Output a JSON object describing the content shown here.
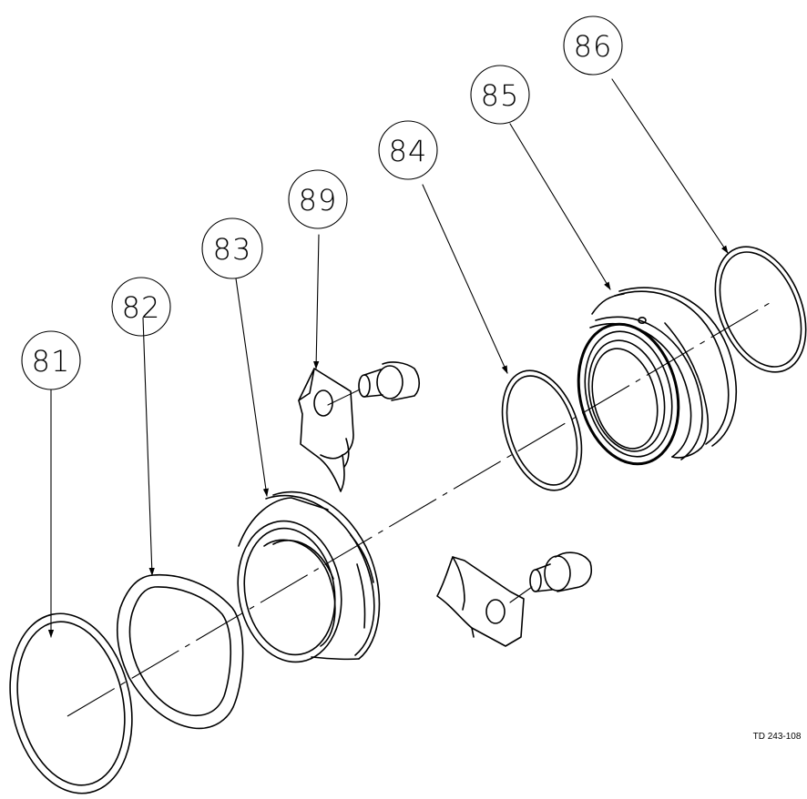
{
  "diagram": {
    "callouts": [
      {
        "id": "c81",
        "label": "81"
      },
      {
        "id": "c82",
        "label": "82"
      },
      {
        "id": "c83",
        "label": "83"
      },
      {
        "id": "c89",
        "label": "89"
      },
      {
        "id": "c84",
        "label": "84"
      },
      {
        "id": "c85",
        "label": "85"
      },
      {
        "id": "c86",
        "label": "86"
      }
    ],
    "drawing_reference": "TD 243-108"
  }
}
